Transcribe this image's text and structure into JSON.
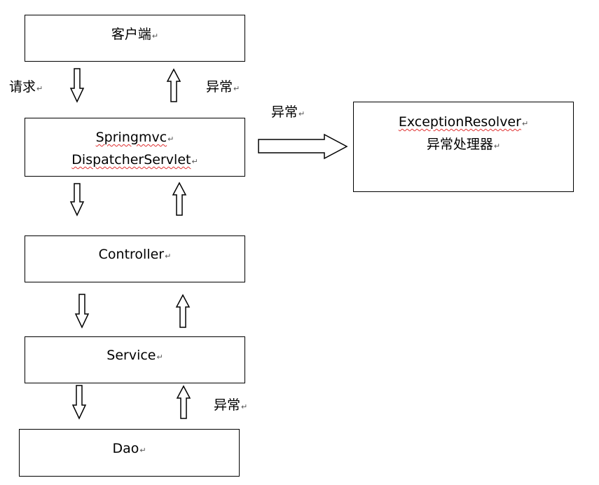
{
  "boxes": {
    "client": {
      "text": "客户端"
    },
    "dispatcher": {
      "line1": "Springmvc",
      "line2": "DispatcherServlet"
    },
    "controller": {
      "text": "Controller"
    },
    "service": {
      "text": "Service"
    },
    "dao": {
      "text": "Dao"
    },
    "resolver": {
      "line1": "ExceptionResolver",
      "line2": "异常处理器"
    }
  },
  "labels": {
    "request": "请求",
    "exception_top": "异常",
    "exception_middle": "异常",
    "exception_bottom": "异常"
  },
  "paragraph_mark": "↵"
}
